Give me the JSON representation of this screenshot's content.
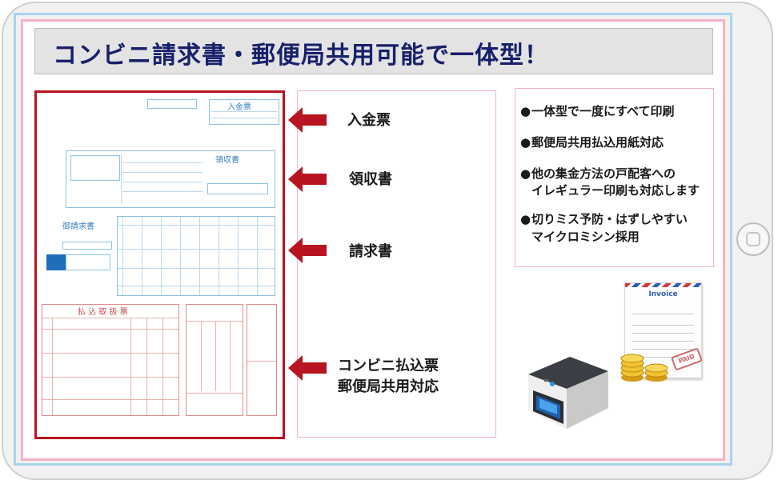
{
  "title": "コンビニ請求書・郵便局共用可能で一体型！",
  "form_preview": {
    "sections": [
      "入金票",
      "領収書",
      "御請求書",
      "払 込 取 扱 票"
    ]
  },
  "labels": [
    {
      "lines": [
        "入金票"
      ]
    },
    {
      "lines": [
        "領収書"
      ]
    },
    {
      "lines": [
        "請求書"
      ]
    },
    {
      "lines": [
        "コンビニ払込票",
        "郵便局共用対応"
      ]
    }
  ],
  "features": [
    {
      "lines": [
        "一体型で一度にすべて印刷"
      ]
    },
    {
      "lines": [
        "郵便局共用払込用紙対応"
      ]
    },
    {
      "lines": [
        "他の集金方法の戸配客への",
        "イレギュラー印刷も対応します"
      ]
    },
    {
      "lines": [
        "切りミス予防・はずしやすい",
        "マイクロミシン採用"
      ]
    }
  ],
  "bullet": "●",
  "invoice": {
    "title": "Invoice",
    "stamp": "PAID"
  },
  "colors": {
    "title_text": "#17206b",
    "arrow": "#b8141f",
    "frame_pink": "#f4b2c8",
    "frame_blue": "#a9d3ef"
  },
  "icons": [
    "arrow-left-icon",
    "printer-icon",
    "invoice-icon",
    "coin-stack-icon",
    "home-button-icon"
  ]
}
